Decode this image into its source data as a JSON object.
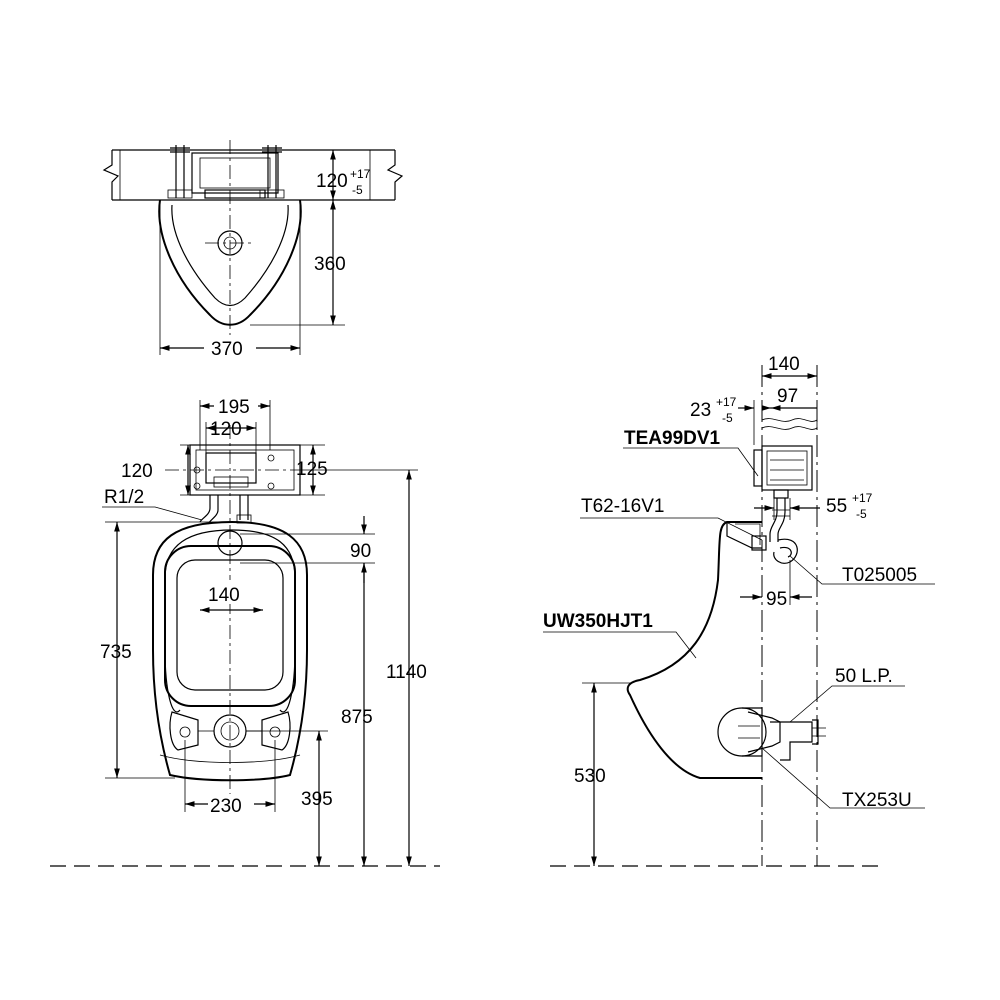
{
  "top_view": {
    "dim_depth": "120",
    "dim_depth_tol_plus": "+17",
    "dim_depth_tol_minus": "-5",
    "dim_projection": "360",
    "dim_width": "370"
  },
  "front_view": {
    "dim_bracket_outer": "195",
    "dim_bracket_inner": "120",
    "dim_bracket_height": "120",
    "dim_bracket_height_right": "125",
    "thread_label": "R1/2",
    "dim_spud_to_rim": "90",
    "dim_bowl_width": "140",
    "dim_bowl_height": "735",
    "dim_total_height": "1140",
    "dim_rim_height": "875",
    "dim_outlet_height": "395",
    "dim_outlet_spacing": "230"
  },
  "side_view": {
    "dim_overall_depth": "140",
    "dim_inner_depth": "97",
    "dim_wall_offset": "23",
    "dim_wall_offset_tol_plus": "+17",
    "dim_wall_offset_tol_minus": "-5",
    "part_sensor": "TEA99DV1",
    "part_spud": "T62-16V1",
    "dim_pipe_offset": "55",
    "dim_pipe_offset_tol_plus": "+17",
    "dim_pipe_offset_tol_minus": "-5",
    "part_trap_bend": "T025005",
    "dim_spud_projection": "95",
    "part_urinal": "UW350HJT1",
    "part_drain": "50 L.P.",
    "dim_lip_height": "530",
    "part_trap": "TX253U"
  }
}
